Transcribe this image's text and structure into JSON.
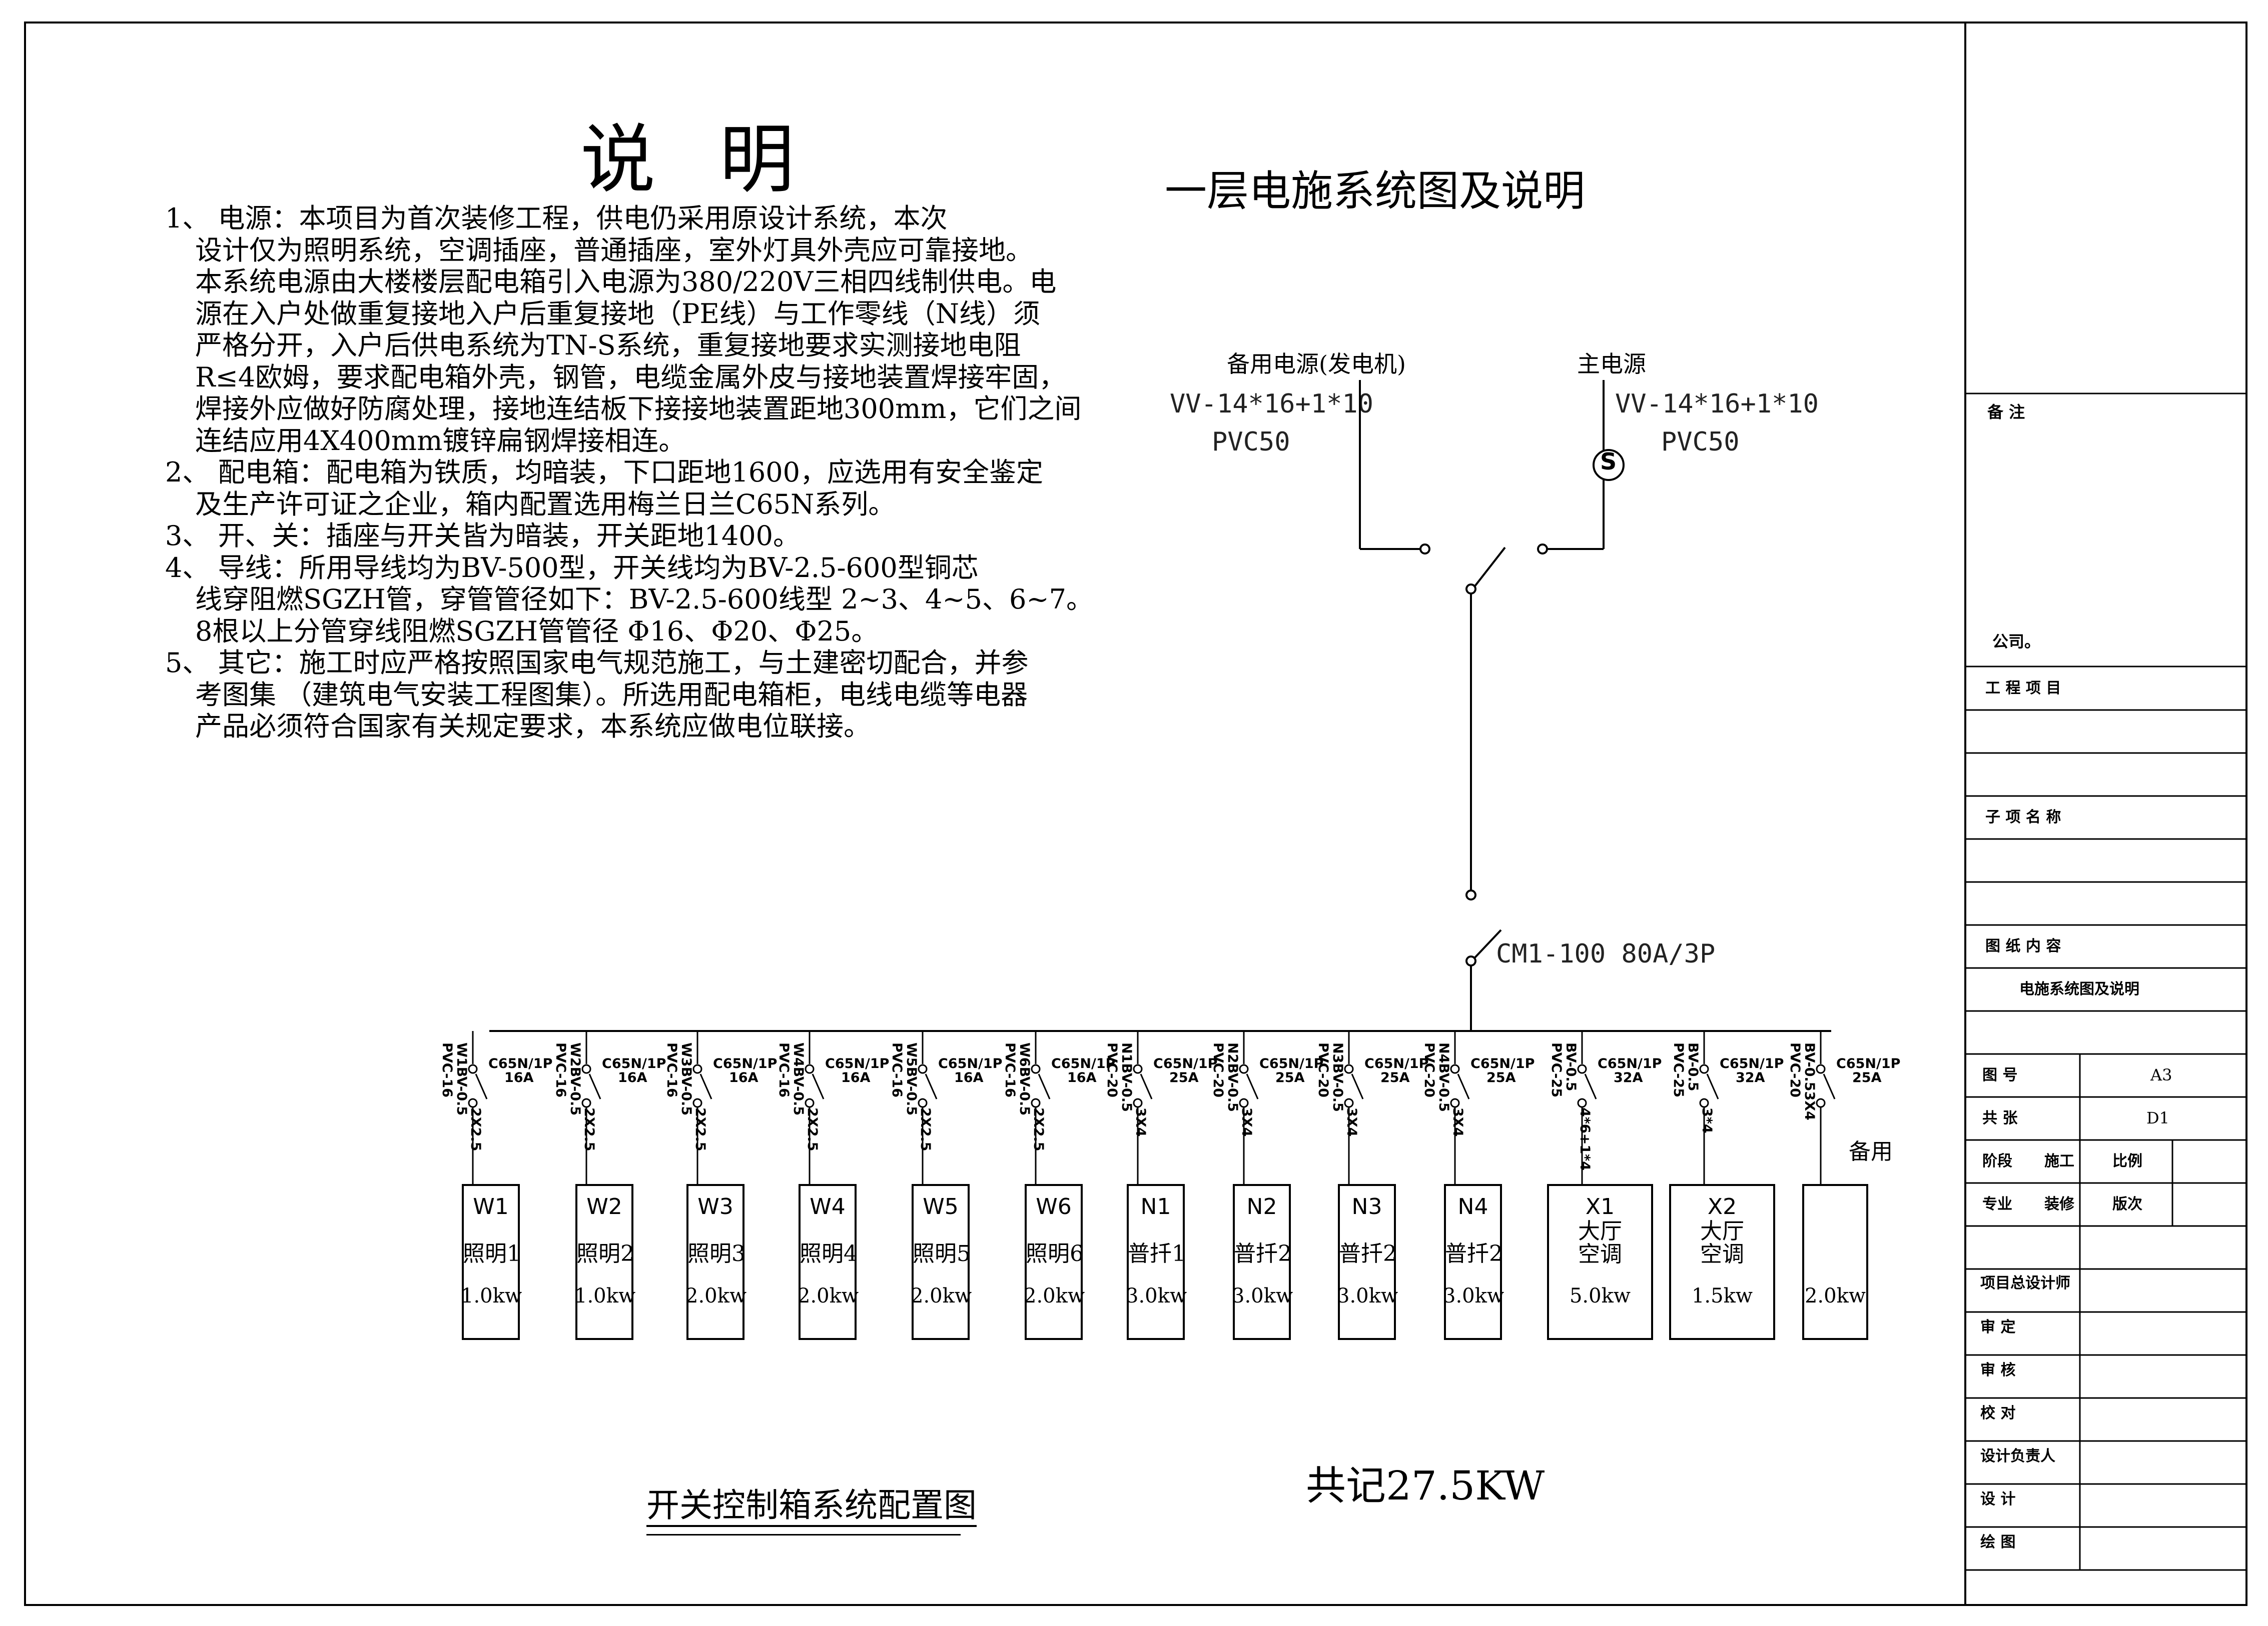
{
  "title": "说 明",
  "notes": [
    "1、      电源：本项目为首次装修工程，供电仍采用原设计系统，本次",
    "    设计仅为照明系统，空调插座，普通插座，室外灯具外壳应可靠接地。",
    "    本系统电源由大楼楼层配电箱引入电源为380/220V三相四线制供电。电",
    "    源在入户处做重复接地入户后重复接地（PE线）与工作零线（N线）须",
    "    严格分开，入户后供电系统为TN-S系统，重复接地要求实测接地电阻",
    "    R≤4欧姆，要求配电箱外壳，钢管，电缆金属外皮与接地装置焊接牢固，",
    "    焊接外应做好防腐处理，接地连结板下接接地装置距地300mm，它们之间",
    "    连结应用4X400mm镀锌扁钢焊接相连。",
    "2、      配电箱：配电箱为铁质，均暗装，下口距地1600，应选用有安全鉴定",
    "    及生产许可证之企业，箱内配置选用梅兰日兰C65N系列。",
    "3、      开、关：插座与开关皆为暗装，开关距地1400。",
    "4、      导线：所用导线均为BV-500型，开关线均为BV-2.5-600型铜芯",
    "    线穿阻燃SGZH管，穿管管径如下：BV-2.5-600线型 2~3、4~5、6~7。",
    "    8根以上分管穿线阻燃SGZH管管径  Φ16、Φ20、Φ25。",
    "5、      其它：施工时应严格按照国家电气规范施工，与土建密切配合，并参",
    "    考图集 （建筑电气安装工程图集）。所选用配电箱柜，电线电缆等电器",
    "    产品必须符合国家有关规定要求，本系统应做电位联接。"
  ],
  "diagram": {
    "title": "一层电施系统图及说明",
    "backup_source": {
      "label": "备用电源(发电机)",
      "cable": "VV-14*16+1*10",
      "conduit": "PVC50"
    },
    "main_source": {
      "label": "主电源",
      "cable": "VV-14*16+1*10",
      "conduit": "PVC50",
      "meter_symbol": "S"
    },
    "main_breaker": "CM1-100 80A/3P",
    "branches": [
      {
        "cable": "W1BV-0.5",
        "pvc": "PVC-16",
        "breaker": "C65N/1P",
        "amp": "16A",
        "cores": "2X2.5",
        "id": "W1",
        "name": "照明1",
        "kw": "1.0kw"
      },
      {
        "cable": "W2BV-0.5",
        "pvc": "PVC-16",
        "breaker": "C65N/1P",
        "amp": "16A",
        "cores": "2X2.5",
        "id": "W2",
        "name": "照明2",
        "kw": "1.0kw"
      },
      {
        "cable": "W3BV-0.5",
        "pvc": "PVC-16",
        "breaker": "C65N/1P",
        "amp": "16A",
        "cores": "2X2.5",
        "id": "W3",
        "name": "照明3",
        "kw": "2.0kw"
      },
      {
        "cable": "W4BV-0.5",
        "pvc": "PVC-16",
        "breaker": "C65N/1P",
        "amp": "16A",
        "cores": "2X2.5",
        "id": "W4",
        "name": "照明4",
        "kw": "2.0kw"
      },
      {
        "cable": "W5BV-0.5",
        "pvc": "PVC-16",
        "breaker": "C65N/1P",
        "amp": "16A",
        "cores": "2X2.5",
        "id": "W5",
        "name": "照明5",
        "kw": "2.0kw"
      },
      {
        "cable": "W6BV-0.5",
        "pvc": "PVC-16",
        "breaker": "C65N/1P",
        "amp": "16A",
        "cores": "2X2.5",
        "id": "W6",
        "name": "照明6",
        "kw": "2.0kw"
      },
      {
        "cable": "N1BV-0.5",
        "pvc": "PVC-20",
        "breaker": "C65N/1P",
        "amp": "25A",
        "cores": "3X4",
        "id": "N1",
        "name": "普扦1",
        "kw": "3.0kw"
      },
      {
        "cable": "N2BV-0.5",
        "pvc": "PVC-20",
        "breaker": "C65N/1P",
        "amp": "25A",
        "cores": "3X4",
        "id": "N2",
        "name": "普扦2",
        "kw": "3.0kw"
      },
      {
        "cable": "N3BV-0.5",
        "pvc": "PVC-20",
        "breaker": "C65N/1P",
        "amp": "25A",
        "cores": "3X4",
        "id": "N3",
        "name": "普扦2",
        "kw": "3.0kw"
      },
      {
        "cable": "N4BV-0.5",
        "pvc": "PVC-20",
        "breaker": "C65N/1P",
        "amp": "25A",
        "cores": "3X4",
        "id": "N4",
        "name": "普扦2",
        "kw": "3.0kw"
      },
      {
        "cable": "BV-0.5",
        "pvc": "PVC-25",
        "breaker": "C65N/1P",
        "amp": "32A",
        "cores": "4*6+1*4",
        "id": "X1",
        "name": "大厅\n空调",
        "kw": "5.0kw"
      },
      {
        "cable": "BV-0.5",
        "pvc": "PVC-25",
        "breaker": "C65N/1P",
        "amp": "32A",
        "cores": "3*4",
        "id": "X2",
        "name": "大厅\n空调",
        "kw": "1.5kw"
      },
      {
        "cable": "BV-0.53X4",
        "pvc": "PVC-20",
        "breaker": "C65N/1P",
        "amp": "25A",
        "cores": "",
        "id": "",
        "name": "",
        "kw": "2.0kw"
      }
    ],
    "spare_label": "备用",
    "total": "共记27.5KW",
    "caption": "开关控制箱系统配置图"
  },
  "title_block": {
    "remark": "备        注",
    "company": "公司。",
    "project": "工 程 项 目",
    "sub_item": "子 项 名 称",
    "content": "图 纸 内 容",
    "content_value": "电施系统图及说明",
    "drawing_no_label": "图            号",
    "drawing_no_value": "A3",
    "sheets_label": "共            张",
    "sheets_value": "D1",
    "stage_label": "阶段",
    "stage_value": "施工",
    "scale_label": "比例",
    "major_label": "专业",
    "major_value": "装修",
    "version_label": "版次",
    "signatures": [
      "项目总设计师",
      "审        定",
      "审        核",
      "校        对",
      "设计负责人",
      "设        计",
      "绘        图"
    ]
  }
}
